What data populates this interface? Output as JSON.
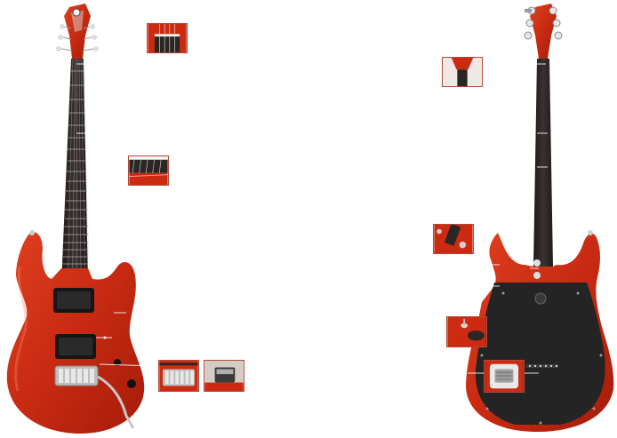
{
  "figure": {
    "views": [
      "front",
      "back"
    ],
    "guitar_color": "#cc2b12",
    "fretboard_color": "#2b2523",
    "backplate_color": "#2a2a2a",
    "hardware_color": "#c9c9c9",
    "thumbnail_border_color": "#b04a3a"
  },
  "thumbnails": [
    {
      "name": "headstock-nut-detail"
    },
    {
      "name": "fret-markers-detail"
    },
    {
      "name": "bridge-saddles-detail"
    },
    {
      "name": "tailpiece-detail"
    },
    {
      "name": "neck-heel-back-detail"
    },
    {
      "name": "neck-joint-detail"
    },
    {
      "name": "jack-input-detail"
    },
    {
      "name": "tremolo-cavity-detail"
    }
  ]
}
